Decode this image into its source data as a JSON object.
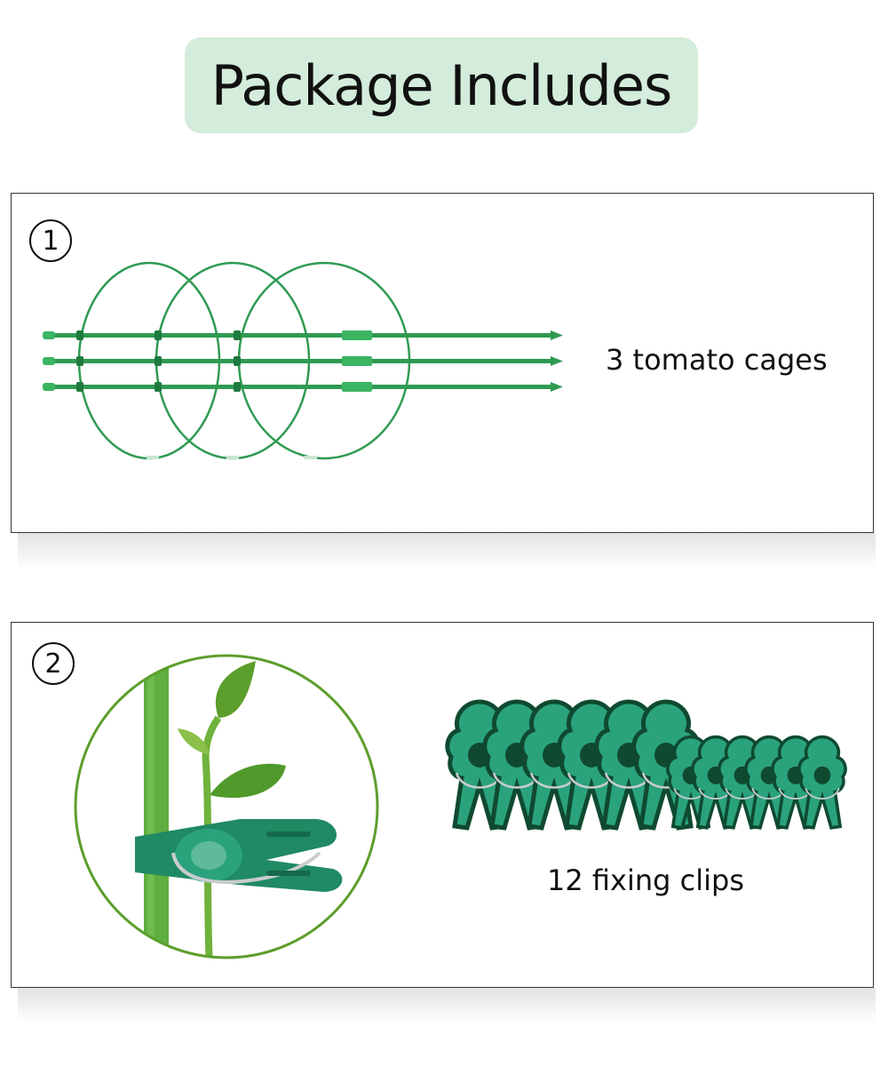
{
  "header": {
    "title": "Package Includes"
  },
  "items": [
    {
      "number": "1",
      "caption": "3 tomato cages"
    },
    {
      "number": "2",
      "caption": "12 fixing clips"
    }
  ],
  "colors": {
    "title_background": "#d4ecdb",
    "cage_green": "#2f9a52",
    "clip_teal": "#2aa37d",
    "clip_dark": "#0f4a30",
    "stem_green": "#5fae3f",
    "leaf_green": "#5c9e2c"
  }
}
